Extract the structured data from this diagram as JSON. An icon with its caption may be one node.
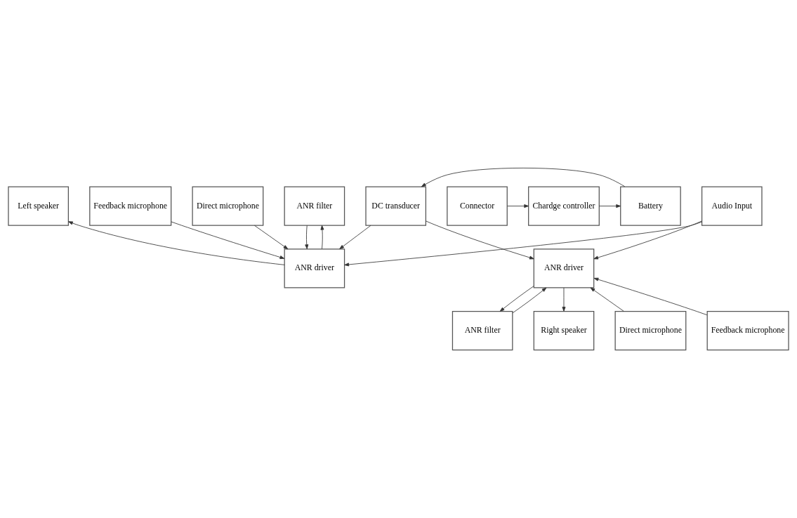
{
  "diagram": {
    "nodes": [
      {
        "text": [
          "Feedback microphone"
        ]
      },
      {
        "text": [
          "Direct microphone"
        ]
      },
      {
        "text": [
          "ANR filter"
        ]
      },
      {
        "text": [
          "Left speaker"
        ]
      },
      {
        "text": [
          "ANR driver"
        ]
      },
      {
        "text": [
          "Connector"
        ]
      },
      {
        "text": [
          "Chardge controller"
        ]
      },
      {
        "text": [
          "Battery"
        ]
      },
      {
        "text": [
          "DC transducer"
        ]
      },
      {
        "text": [
          "Audio Input"
        ]
      },
      {
        "text": [
          "ANR driver"
        ]
      },
      {
        "text": [
          "Direct microphone"
        ]
      },
      {
        "text": [
          "Feedback microphone"
        ]
      },
      {
        "text": [
          "ANR filter"
        ]
      },
      {
        "text": [
          "Right speaker"
        ]
      }
    ],
    "edges": [
      {
        "from": 0,
        "to": 4,
        "arrow": "to"
      },
      {
        "from": 1,
        "to": 4,
        "arrow": "to"
      },
      {
        "from": 4,
        "to": 2,
        "arrow": "to"
      },
      {
        "from": 2,
        "to": 4,
        "arrow": "to"
      },
      {
        "from": 4,
        "to": 3,
        "arrow": "to"
      },
      {
        "from": 9,
        "to": 4,
        "arrow": "to"
      },
      {
        "from": 8,
        "to": 4,
        "arrow": "to"
      },
      {
        "from": 5,
        "to": 6,
        "arrow": "to"
      },
      {
        "from": 6,
        "to": 7,
        "arrow": "to"
      },
      {
        "from": 7,
        "to": 8,
        "arrow": "to"
      },
      {
        "from": 8,
        "to": 10,
        "arrow": "to"
      },
      {
        "from": 9,
        "to": 10,
        "arrow": "to"
      },
      {
        "from": 11,
        "to": 10,
        "arrow": "to"
      },
      {
        "from": 12,
        "to": 10,
        "arrow": "to"
      },
      {
        "from": 10,
        "to": 13,
        "arrow": "to"
      },
      {
        "from": 13,
        "to": 10,
        "arrow": "to"
      },
      {
        "from": 10,
        "to": 14,
        "arrow": "to"
      }
    ]
  }
}
